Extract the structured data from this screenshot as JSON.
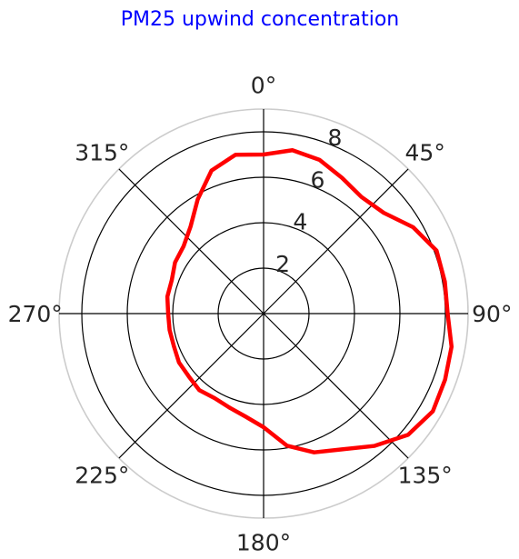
{
  "chart_data": {
    "type": "polar-line",
    "title": "PM25 upwind concentration",
    "title_color": "#0000ff",
    "line_color": "#ff0000",
    "grid_color": "#000000",
    "outer_ring_color": "#cccccc",
    "rlim": [
      0,
      9
    ],
    "r_ticks": [
      2,
      4,
      6,
      8
    ],
    "r_tick_labels": [
      "2",
      "4",
      "6",
      "8"
    ],
    "angle_ticks": [
      0,
      45,
      90,
      135,
      180,
      225,
      270,
      315
    ],
    "angle_tick_labels": [
      "0°",
      "45°",
      "90°",
      "135°",
      "180°",
      "225°",
      "270°",
      "315°"
    ],
    "theta_zero": "N",
    "theta_direction": "clockwise",
    "grid": true,
    "theta": [
      0,
      10,
      20,
      30,
      40,
      50,
      60,
      70,
      80,
      90,
      100,
      110,
      120,
      130,
      140,
      150,
      160,
      170,
      180,
      190,
      200,
      210,
      220,
      230,
      240,
      250,
      260,
      270,
      280,
      290,
      300,
      310,
      320,
      330,
      340,
      350
    ],
    "r": [
      7.0,
      7.3,
      7.2,
      6.9,
      6.7,
      6.9,
      7.6,
      8.1,
      8.1,
      8.1,
      8.4,
      8.5,
      8.6,
      8.3,
      7.6,
      6.9,
      6.5,
      5.9,
      5.0,
      4.6,
      4.4,
      4.3,
      4.4,
      4.3,
      4.3,
      4.2,
      4.2,
      4.2,
      4.3,
      4.3,
      4.5,
      4.6,
      5.0,
      5.8,
      6.7,
      7.1
    ]
  }
}
